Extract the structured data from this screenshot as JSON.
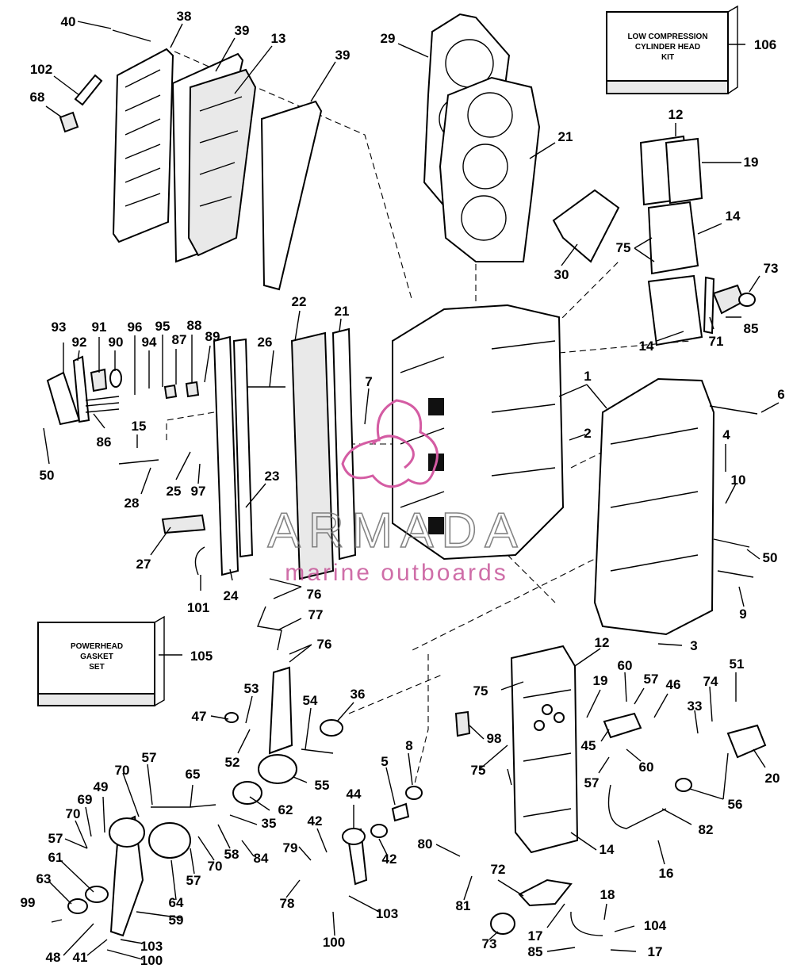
{
  "kit_boxes": [
    {
      "lines": [
        "LOW COMPRESSION",
        "CYLINDER HEAD",
        "KIT"
      ],
      "ref": "106"
    },
    {
      "lines": [
        "POWERHEAD",
        "GASKET",
        "SET"
      ],
      "ref": "105"
    }
  ],
  "watermark": {
    "brand": "ARMADA",
    "tagline": "marine outboards"
  },
  "callouts": [
    "40",
    "38",
    "39",
    "13",
    "39",
    "102",
    "68",
    "29",
    "21",
    "30",
    "12",
    "19",
    "14",
    "75",
    "73",
    "85",
    "71",
    "14",
    "93",
    "92",
    "91",
    "90",
    "96",
    "94",
    "95",
    "88",
    "87",
    "89",
    "86",
    "50",
    "15",
    "28",
    "25",
    "97",
    "26",
    "22",
    "21",
    "7",
    "23",
    "27",
    "101",
    "24",
    "1",
    "2",
    "6",
    "4",
    "10",
    "50",
    "9",
    "3",
    "76",
    "77",
    "76",
    "53",
    "47",
    "52",
    "54",
    "36",
    "55",
    "57",
    "70",
    "49",
    "69",
    "70",
    "57",
    "61",
    "63",
    "99",
    "48",
    "41",
    "59",
    "103",
    "100",
    "65",
    "35",
    "62",
    "58",
    "84",
    "64",
    "57",
    "70",
    "5",
    "8",
    "44",
    "42",
    "42",
    "79",
    "78",
    "103",
    "100",
    "12",
    "75",
    "98",
    "75",
    "14",
    "80",
    "81",
    "72",
    "73",
    "17",
    "85",
    "18",
    "104",
    "17",
    "19",
    "60",
    "57",
    "46",
    "45",
    "60",
    "57",
    "33",
    "74",
    "51",
    "20",
    "56",
    "82",
    "16"
  ]
}
